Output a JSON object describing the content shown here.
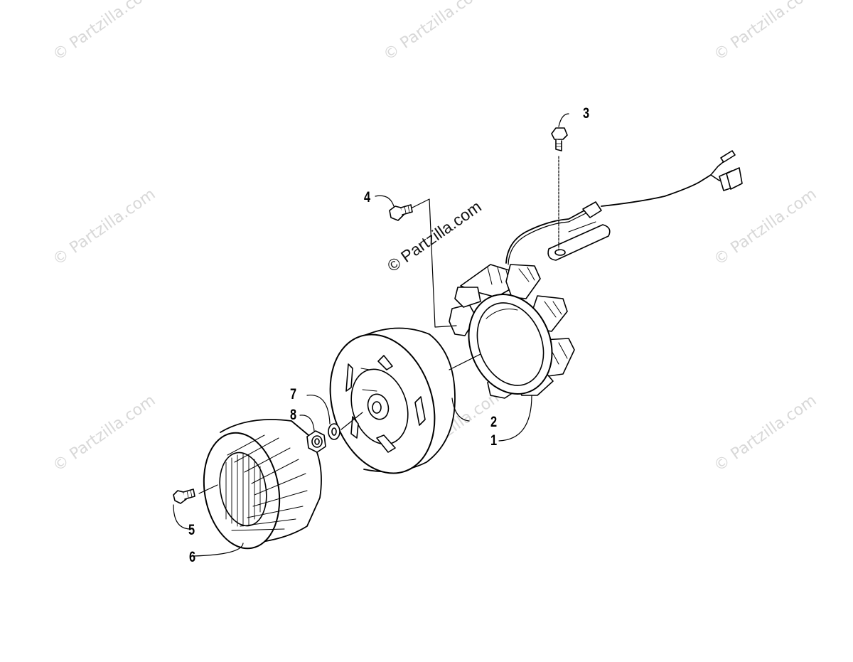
{
  "watermark": {
    "text": "© Partzilla.com",
    "main_text": "© Partzilla.com"
  },
  "callouts": [
    "1",
    "2",
    "3",
    "4",
    "5",
    "6",
    "7",
    "8"
  ]
}
